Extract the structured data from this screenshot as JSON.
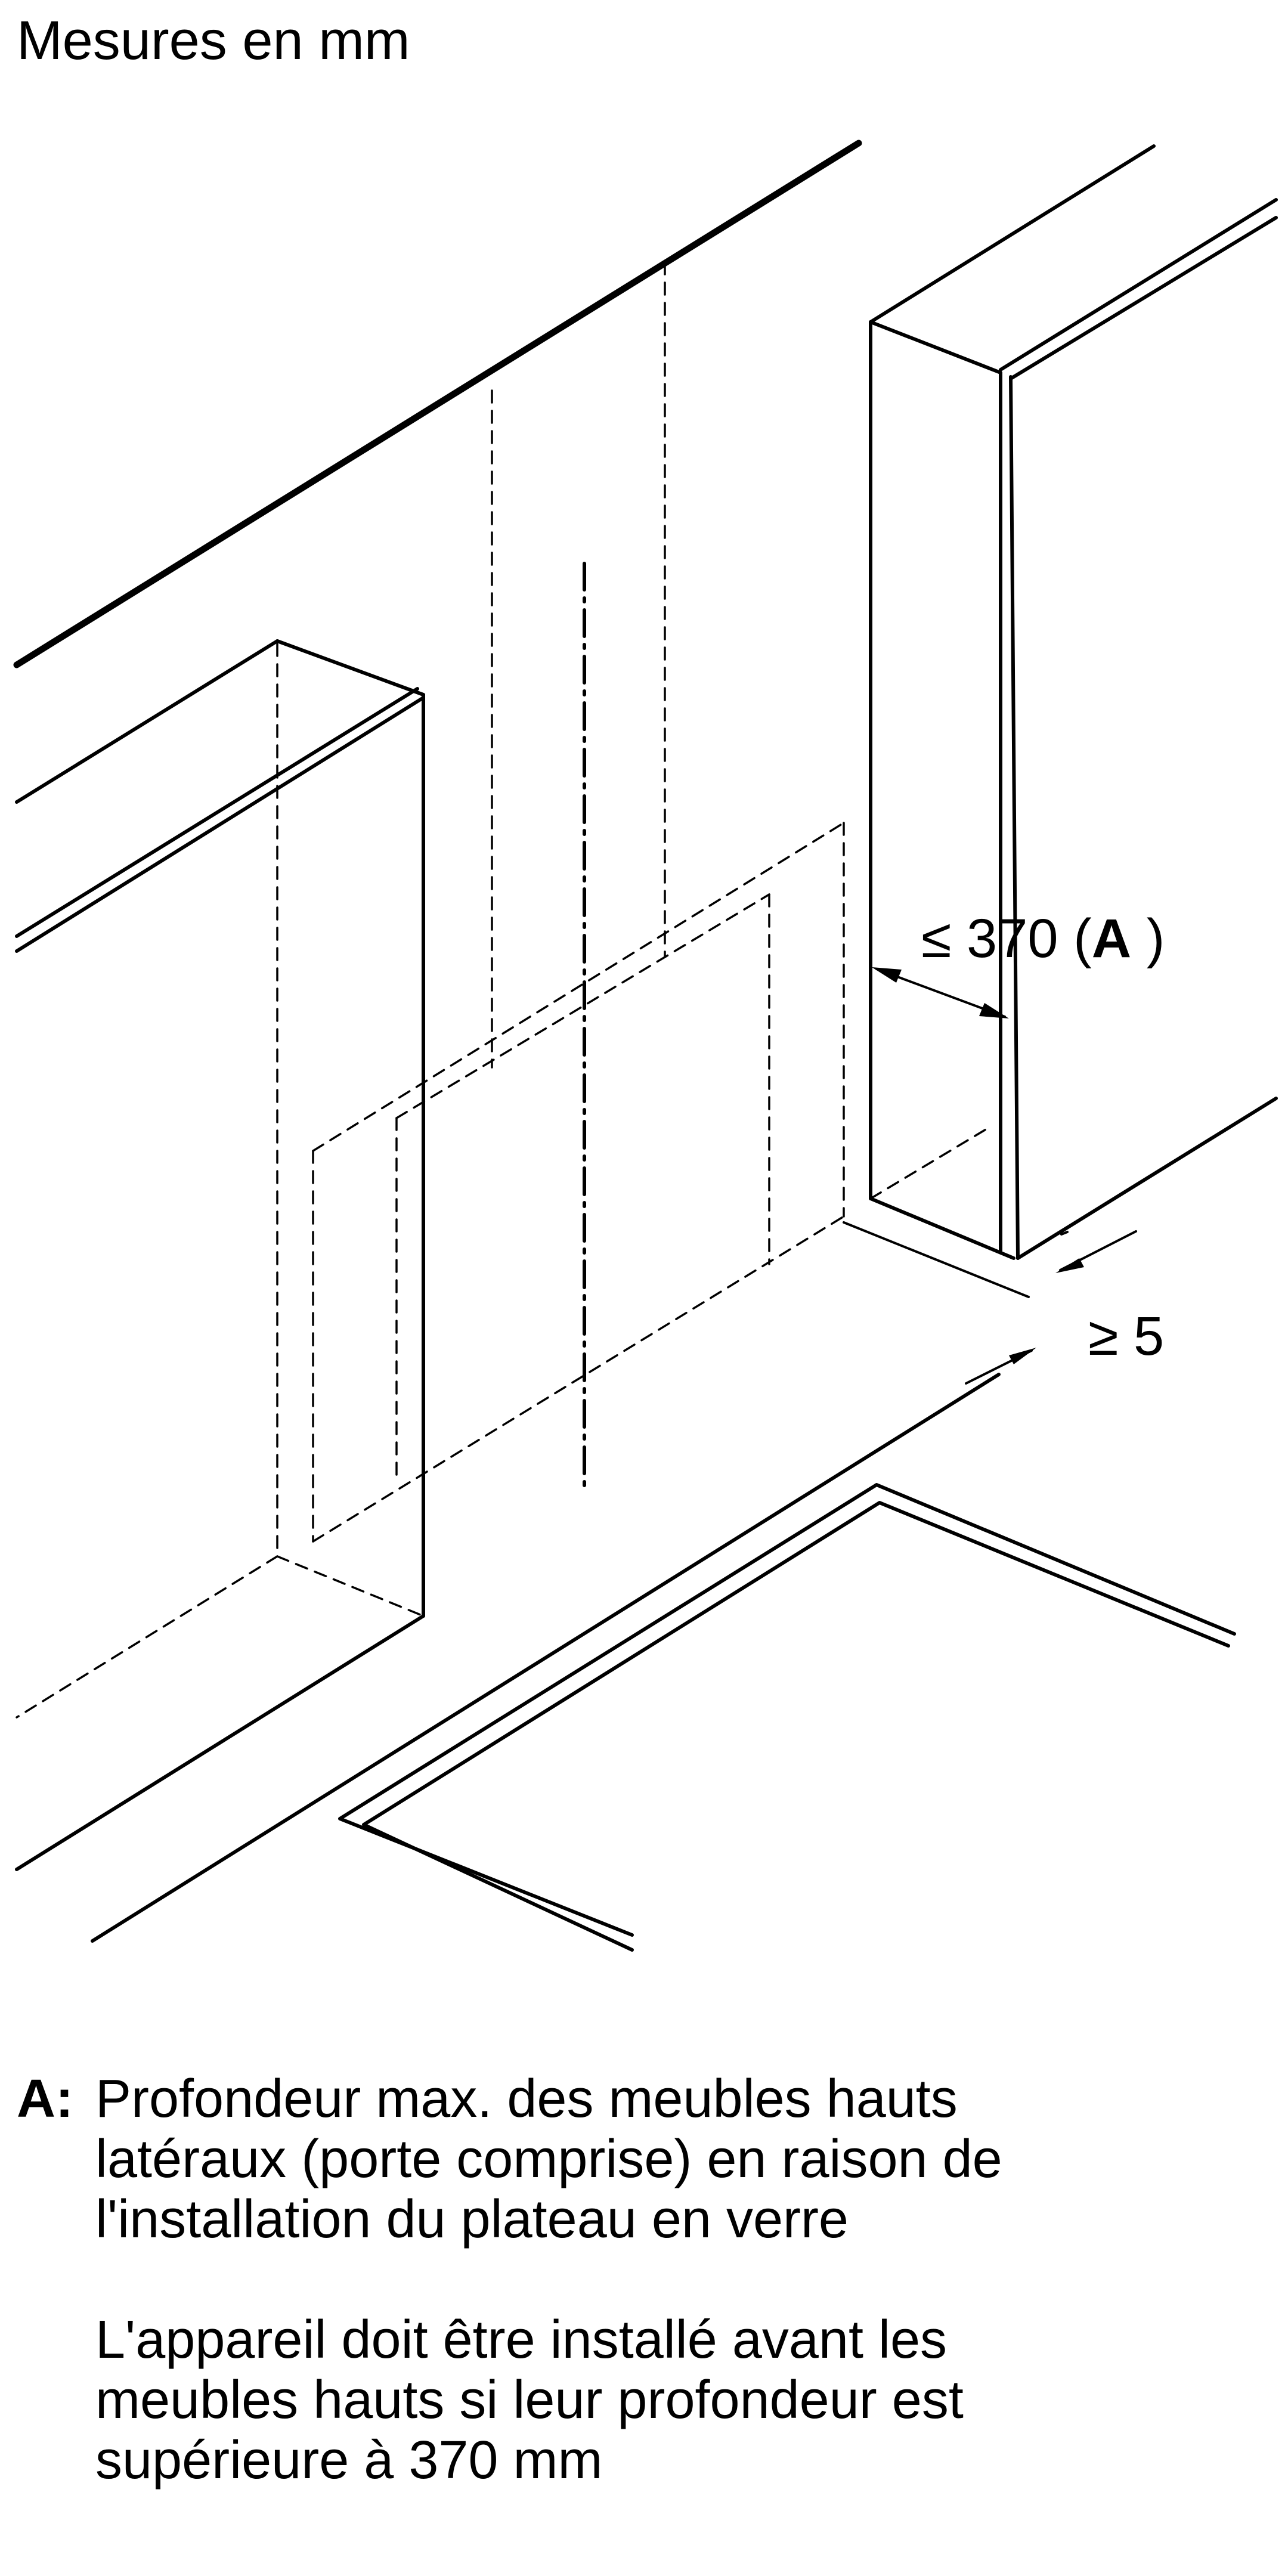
{
  "page": {
    "title": "Mesures en mm"
  },
  "dimensions": {
    "max_depth": {
      "prefix": "≤ 370 (",
      "key": "A",
      "suffix": " )"
    },
    "min_gap": "≥ 5"
  },
  "legend": {
    "key": "A:",
    "paragraph1": [
      "Profondeur max. des meubles hauts",
      "latéraux (porte comprise) en raison de",
      "l'installation du plateau en verre"
    ],
    "paragraph2": [
      "L'appareil doit être installé avant les",
      "meubles hauts si leur profondeur est",
      "supérieure à 370 mm"
    ]
  },
  "colors": {
    "ink": "#000000",
    "background": "#ffffff"
  }
}
